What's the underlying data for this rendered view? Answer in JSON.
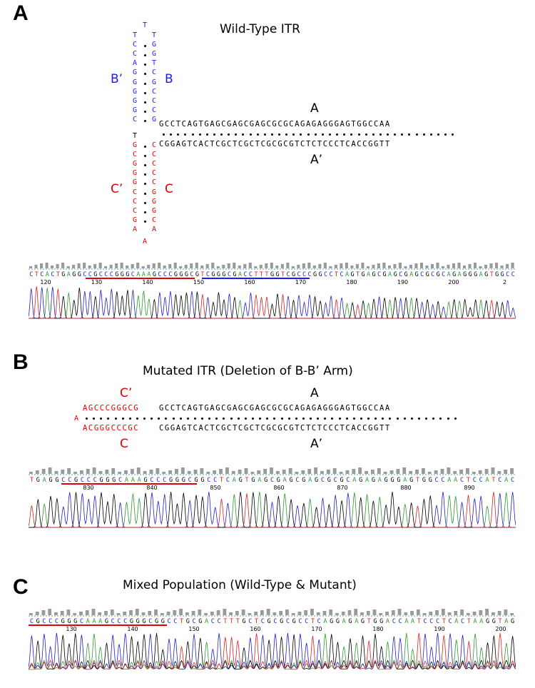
{
  "panels": {
    "a": {
      "letter": "A",
      "title": "Wild-Type ITR"
    },
    "b": {
      "letter": "B",
      "title": "Mutated ITR (Deletion of B-B’ Arm)"
    },
    "c": {
      "letter": "C",
      "title": "Mixed Population (Wild-Type & Mutant)"
    }
  },
  "colors": {
    "blue_arm": "#1a1aff",
    "red_arm": "#e00000",
    "black": "#000000"
  },
  "panel_a": {
    "arm_labels": {
      "b_prime": "B’",
      "b": "B",
      "c_prime": "C’",
      "c": "C",
      "a": "A",
      "a_prime": "A’"
    },
    "b_arm": {
      "loop_top": "T",
      "left": [
        "T",
        "C",
        "C",
        "A",
        "G",
        "G",
        "G",
        "G",
        "G",
        "C"
      ],
      "right": [
        "T",
        "G",
        "G",
        "T",
        "C",
        "G",
        "C",
        "C",
        "C",
        "G"
      ]
    },
    "spacer": "T",
    "c_arm": {
      "left": [
        "G",
        "C",
        "G",
        "G",
        "G",
        "C",
        "C",
        "C",
        "G",
        "A"
      ],
      "right": [
        "C",
        "C",
        "C",
        "C",
        "C",
        "G",
        "G",
        "G",
        "C",
        "A"
      ],
      "loop_bottom": "A"
    },
    "top_strand": "GCCTCAGTGAGCGAGCGAGCGCGCAGAGAGGGAGTGGCCAA",
    "bottom_strand": "CGGAGTCACTCGCTCGCTCGCGCGTCTCTCCCTCACCGGTT",
    "trace": {
      "bases": "CTCACTGAGGCCGCCCGGGCAAAGCCCGGGCGTCGGGCGACCTTTGGTCGCCCGGCCTCAGTGAGCGAGCGAGCGCGCAGAGGGAGTGGCC",
      "ticks": [
        "120",
        "130",
        "140",
        "150",
        "160",
        "170",
        "180",
        "190",
        "200",
        "2"
      ]
    }
  },
  "panel_b": {
    "arm_labels": {
      "c_prime": "C’",
      "c": "C",
      "a": "A",
      "a_prime": "A’"
    },
    "top_red": "AGCCCGGGCG",
    "top_black": "GCCTCAGTGAGCGAGCGAGCGCGCAGAGAGGGAGTGGCCAA",
    "loop": "A",
    "bottom_red": "ACGGGCCCGC",
    "bottom_black": "CGGAGTCACTCGCTCGCTCGCGCGTCTCTCCCTCACCGGTT",
    "trace": {
      "bases": "TGAGGCCGCCCGGGCAAAGCCCGGGCGGCCTCAGTGAGCGAGCGAGCGCGCAGAGAGGGAGTGGCCAACTCCATCAC",
      "ticks": [
        "830",
        "840",
        "850",
        "860",
        "870",
        "880",
        "890"
      ]
    }
  },
  "panel_c": {
    "trace": {
      "bases": "CGCCCGGGCAAAGCCCGGGCGGCCTGCGACCTTTGCTCGCGCGCCTCAGGAGAGTGGACCAATCCCTCACTAAGGTAG",
      "ticks": [
        "130",
        "140",
        "150",
        "160",
        "170",
        "180",
        "190",
        "200"
      ]
    }
  }
}
